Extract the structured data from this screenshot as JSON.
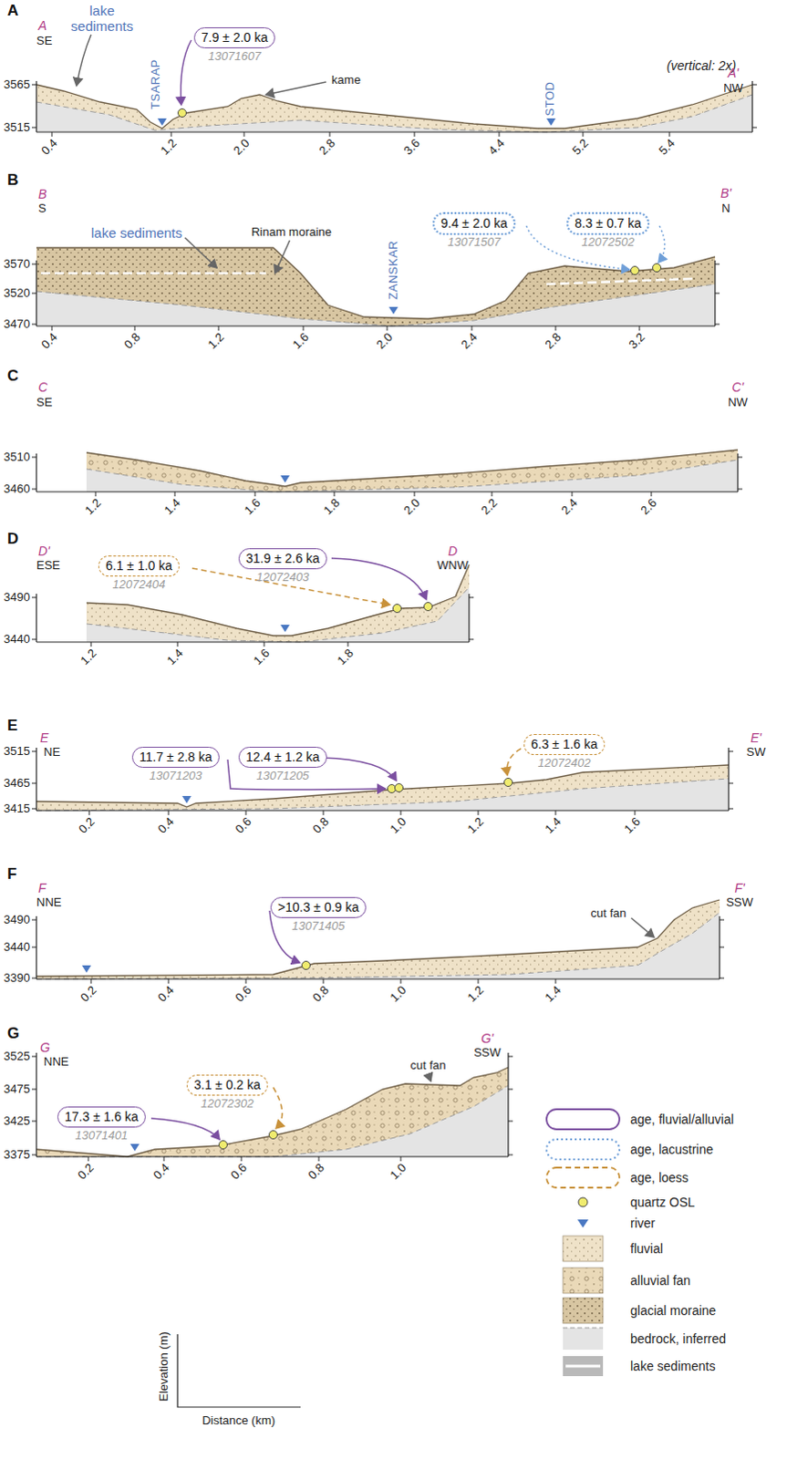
{
  "diagram": {
    "nodes": [
      {
        "text": [
          "7.9 ± 2.0 ka",
          "13071607"
        ]
      },
      {
        "text": [
          "9.4 ± 2.0 ka",
          "13071507"
        ]
      },
      {
        "text": [
          "8.3 ± 0.7 ka",
          "12072502"
        ]
      },
      {
        "text": [
          "6.1 ± 1.0 ka",
          "12072404"
        ]
      },
      {
        "text": [
          "31.9 ± 2.6 ka",
          "12072403"
        ]
      },
      {
        "text": [
          "11.7 ± 2.8 ka",
          "13071203"
        ]
      },
      {
        "text": [
          "12.4 ± 1.2 ka",
          "13071205"
        ]
      },
      {
        "text": [
          "6.3 ± 1.6 ka",
          "12072402"
        ]
      },
      {
        "text": [
          ">10.3 ± 0.9 ka",
          "13071405"
        ]
      },
      {
        "text": [
          "17.3 ± 1.6 ka",
          "13071401"
        ]
      },
      {
        "text": [
          "3.1 ± 0.2 ka",
          "12072302"
        ]
      }
    ],
    "labels": [
      "A",
      "A",
      "SE",
      "lake sediments",
      "TSARAP",
      "kame",
      "(vertical: 2x)",
      "A'",
      "NW",
      "3565",
      "3515",
      "0.4",
      "1.2",
      "2.0",
      "2.8",
      "3.6",
      "4.4",
      "5.2",
      "5.4",
      "STOD",
      "B",
      "B",
      "S",
      "lake sediments",
      "Rinam moraine",
      "ZANSKAR",
      "B'",
      "N",
      "3570",
      "3520",
      "3470",
      "0.4",
      "0.8",
      "1.2",
      "1.6",
      "2.0",
      "2.4",
      "2.8",
      "3.2",
      "C",
      "C",
      "SE",
      "C'",
      "NW",
      "3510",
      "3460",
      "1.2",
      "1.4",
      "1.6",
      "1.8",
      "2.0",
      "2.2",
      "2.4",
      "2.6",
      "D",
      "D'",
      "ESE",
      "D",
      "WNW",
      "3490",
      "3440",
      "1.2",
      "1.4",
      "1.6",
      "1.8",
      "E",
      "E",
      "NE",
      "E'",
      "SW",
      "3515",
      "3465",
      "3415",
      "0.2",
      "0.4",
      "0.6",
      "0.8",
      "1.0",
      "1.2",
      "1.4",
      "1.6",
      "F",
      "F",
      "NNE",
      "F'",
      "SSW",
      "3490",
      "3440",
      "3390",
      "0.2",
      "0.4",
      "0.6",
      "0.8",
      "1.0",
      "1.2",
      "1.4",
      "cut fan",
      "G",
      "G",
      "NNE",
      "G'",
      "SSW",
      "3525",
      "3475",
      "3425",
      "3375",
      "0.2",
      "0.4",
      "0.6",
      "0.8",
      "1.0",
      "cut fan",
      "Elevation (m)",
      "Distance (km)"
    ],
    "legend": [
      {
        "text": "age, fluvial/alluvial"
      },
      {
        "text": "age, lacustrine"
      },
      {
        "text": "age, loess"
      },
      {
        "text": "quartz OSL"
      },
      {
        "text": "river"
      },
      {
        "text": "fluvial"
      },
      {
        "text": "alluvial fan"
      },
      {
        "text": "glacial moraine"
      },
      {
        "text": "bedrock, inferred",
        "color": "#e4e4e4"
      },
      {
        "text": "lake sediments"
      }
    ]
  }
}
